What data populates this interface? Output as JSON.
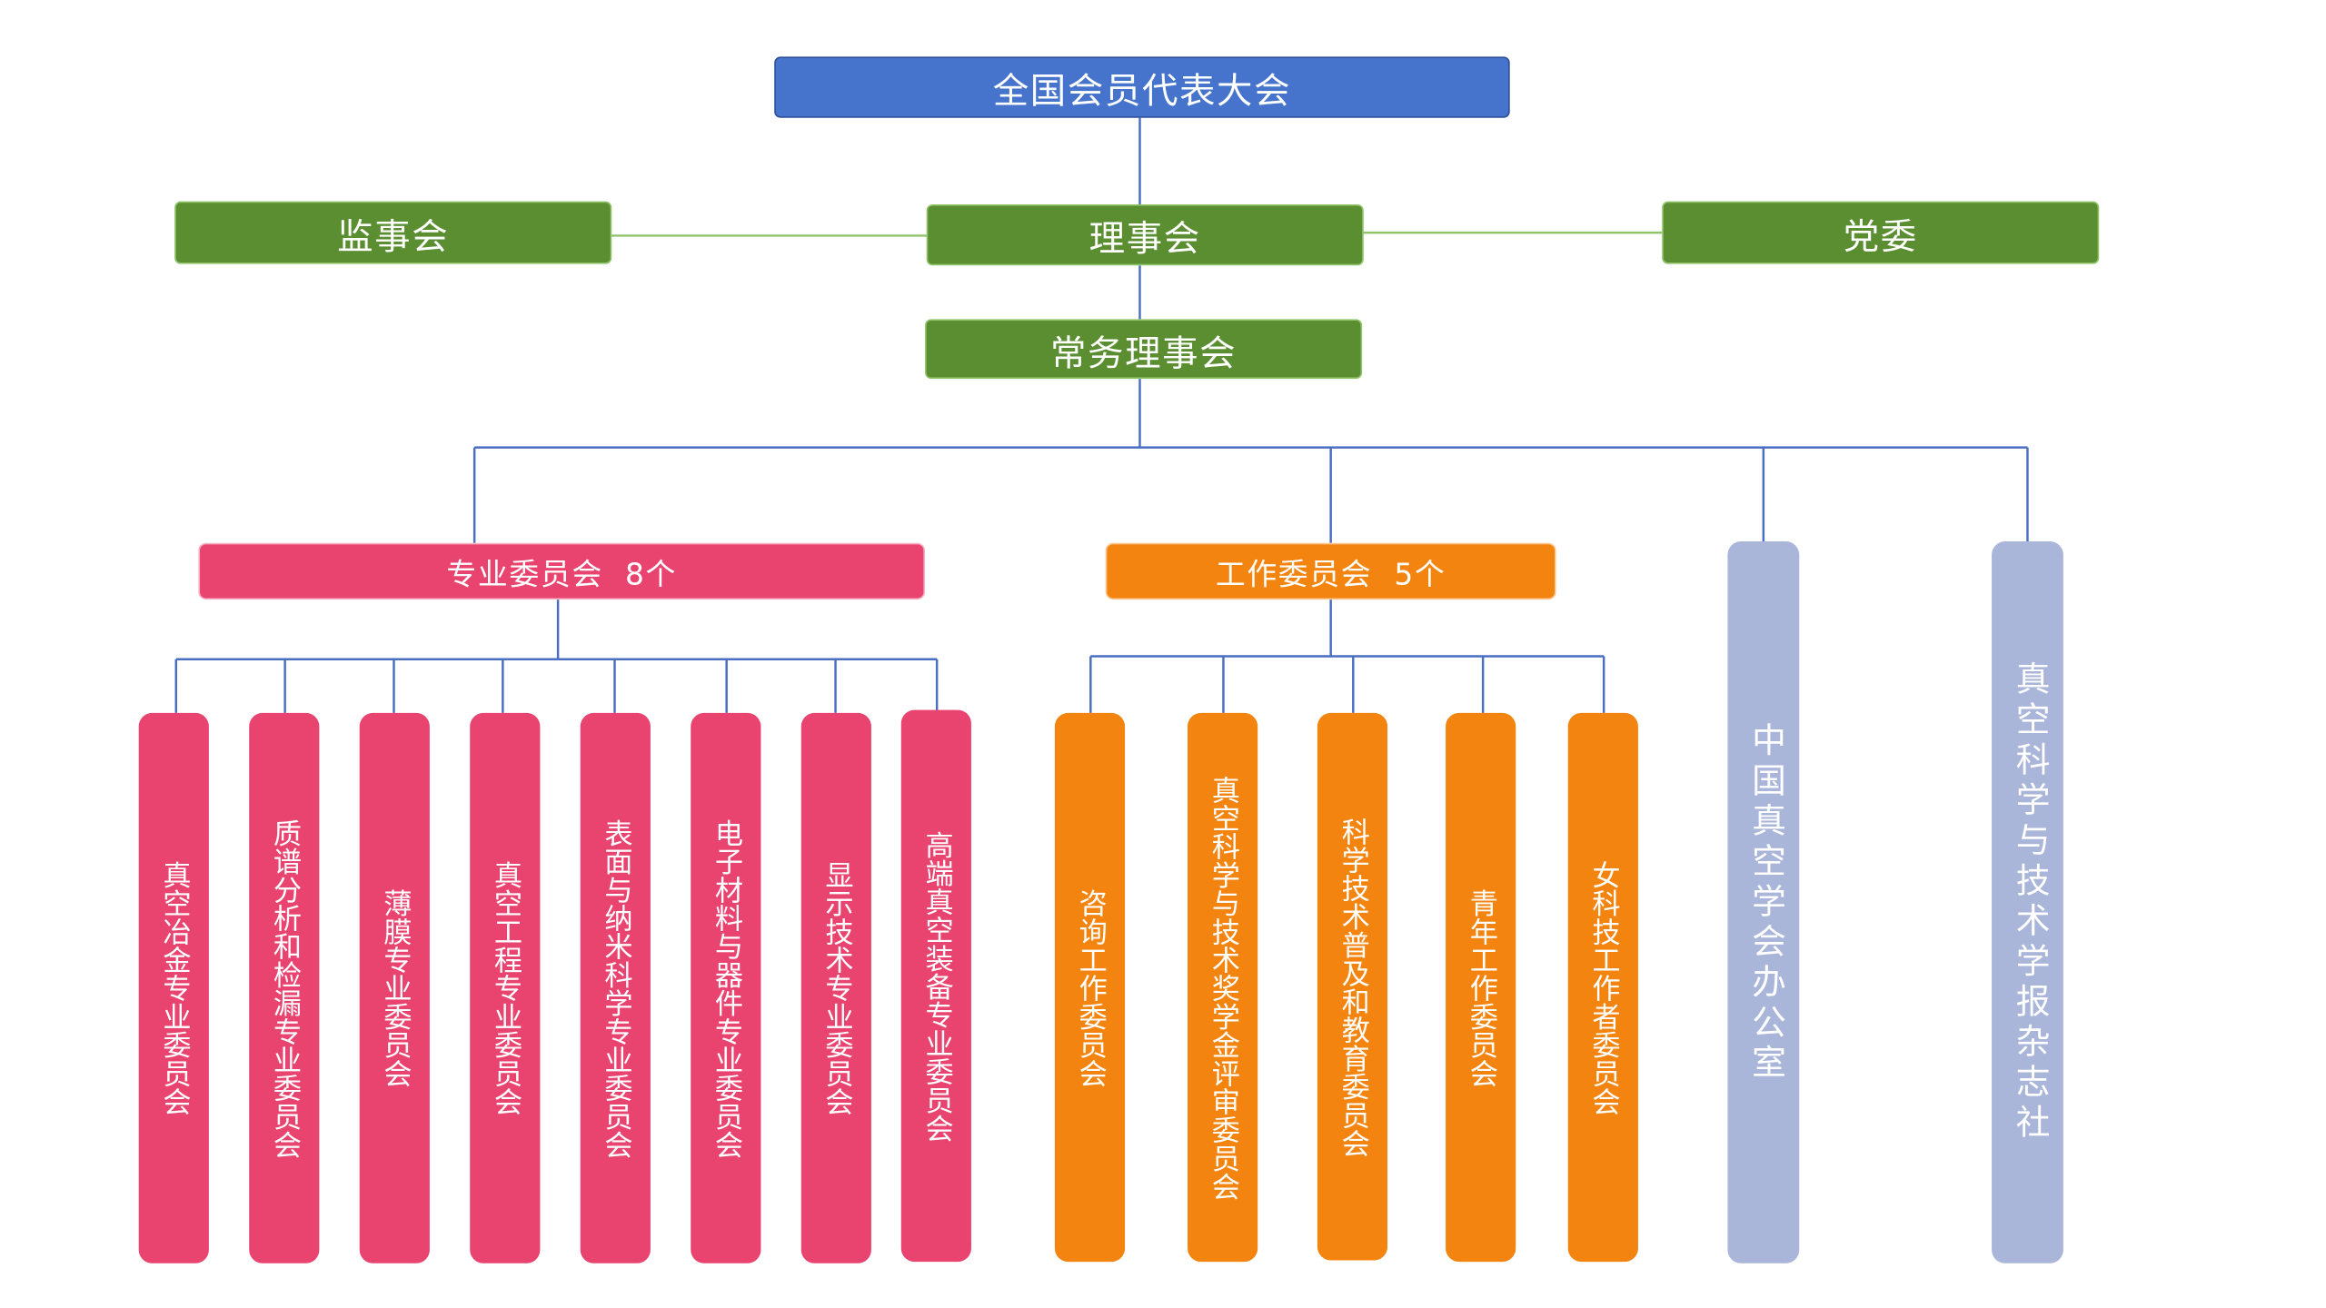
{
  "top": {
    "congress": "全国会员代表大会"
  },
  "governance": {
    "supervisors": "监事会",
    "council": "理事会",
    "party": "党委",
    "standing_council": "常务理事会"
  },
  "groups": {
    "professional": {
      "label": "专业委员会  8个",
      "items": [
        "真空冶金专业委员会",
        "质谱分析和检漏专业委员会",
        "薄膜专业委员会",
        "真空工程专业委员会",
        "表面与纳米科学专业委员会",
        "电子材料与器件专业委员会",
        "显示技术专业委员会",
        "高端真空装备专业委员会"
      ]
    },
    "working": {
      "label": "工作委员会  5个",
      "items": [
        "咨询工作委员会",
        "真空科学与技术奖学金评审委员会",
        "科学技术普及和教育委员会",
        "青年工作委员会",
        "女科技工作者委员会"
      ]
    },
    "office": "中国真空学会办公室",
    "journal": "真空科学与技术学报杂志社"
  },
  "colors": {
    "top": "#4674cd",
    "governance": "#5a8e31",
    "professional": "#e9446f",
    "working": "#f3840f",
    "offices": "#aab5da",
    "connector_blue": "#4a6fc2",
    "connector_green": "#8fc46a"
  }
}
